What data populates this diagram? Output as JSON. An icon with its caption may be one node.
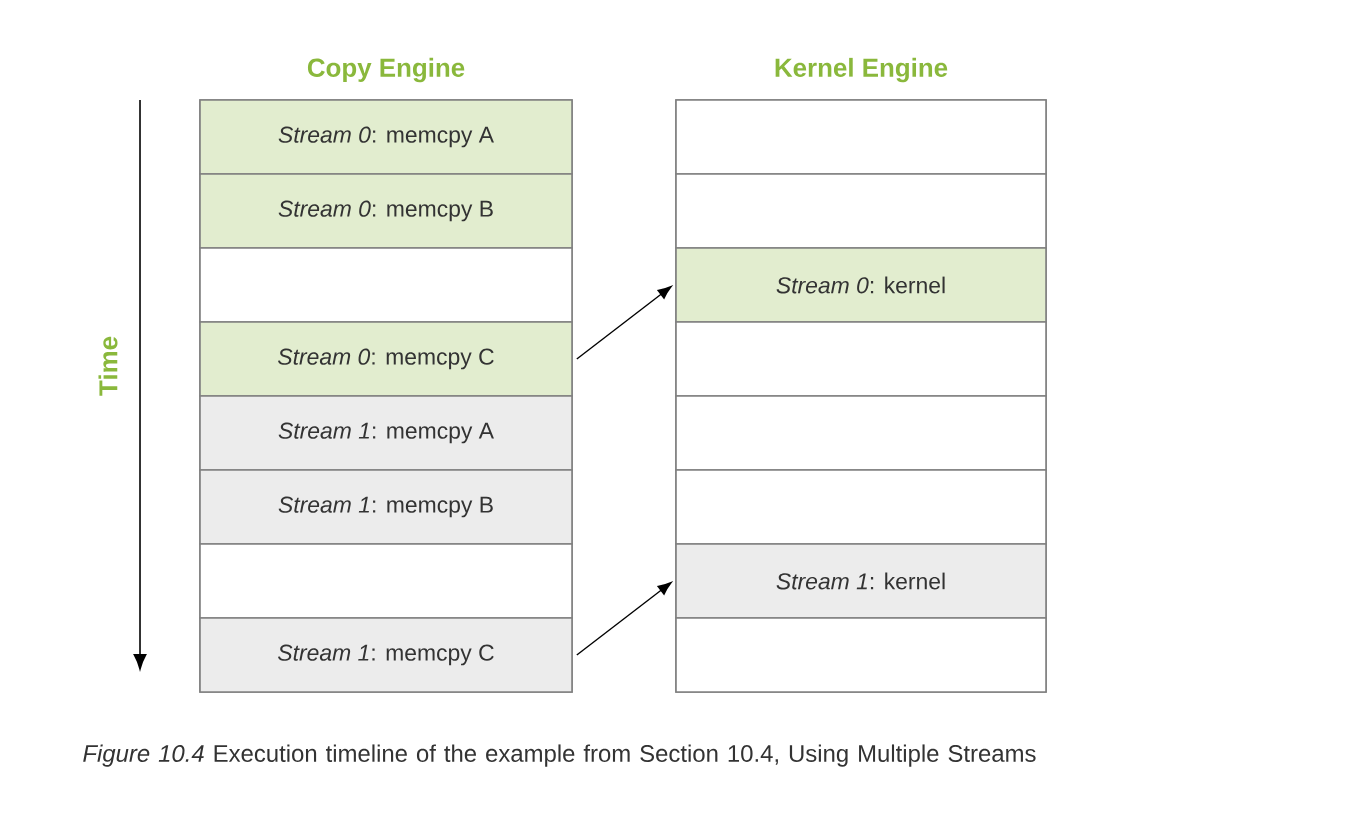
{
  "diagram": {
    "caption": "*Figure 10.4* Execution timeline of the example from Section 10.4, Using Multiple Streams",
    "nodes": [
      {
        "text": [
          "Copy Engine"
        ]
      },
      {
        "text": [
          "*Stream 0*: memcpy A"
        ],
        "in": 0
      },
      {
        "text": [
          "*Stream 0*: memcpy B"
        ],
        "in": 0
      },
      {
        "text": [],
        "shape": "box",
        "in": 0
      },
      {
        "text": [
          "*Stream 0*: memcpy C"
        ],
        "in": 0
      },
      {
        "text": [
          "*Stream 1*: memcpy A"
        ],
        "in": 0
      },
      {
        "text": [
          "*Stream 1*: memcpy B"
        ],
        "in": 0
      },
      {
        "text": [],
        "shape": "box",
        "in": 0
      },
      {
        "text": [
          "*Stream 1*: memcpy C"
        ],
        "in": 0
      },
      {
        "text": [
          "Kernel Engine"
        ]
      },
      {
        "text": [],
        "shape": "box",
        "in": 9
      },
      {
        "text": [],
        "shape": "box",
        "in": 9
      },
      {
        "text": [
          "*Stream 0*: kernel"
        ],
        "in": 9
      },
      {
        "text": [],
        "shape": "box",
        "in": 9
      },
      {
        "text": [],
        "shape": "box",
        "in": 9
      },
      {
        "text": [],
        "shape": "box",
        "in": 9
      },
      {
        "text": [
          "*Stream 1*: kernel"
        ],
        "in": 9
      },
      {
        "text": [],
        "shape": "box",
        "in": 9
      }
    ],
    "edges": [
      {
        "from": 4,
        "to": 12,
        "arrow": "to"
      },
      {
        "from": 8,
        "to": 16,
        "arrow": "to"
      }
    ],
    "labels": [
      "Time"
    ]
  }
}
